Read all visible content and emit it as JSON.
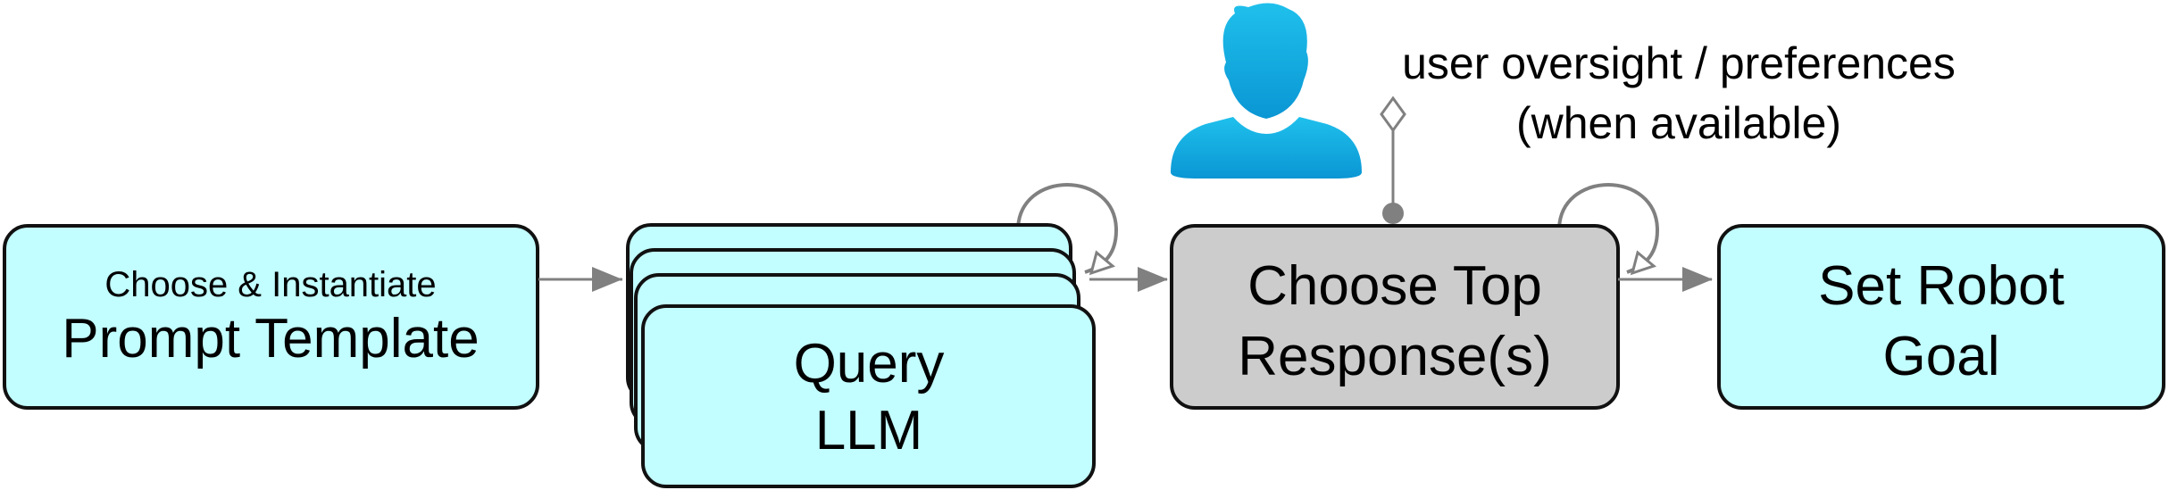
{
  "diagram": {
    "colors": {
      "box_fill": "#c2fdff",
      "box_stroke": "#111111",
      "gray_box_fill": "#cccccc",
      "arrow": "#808080",
      "user_icon": "#10a6de"
    },
    "nodes": {
      "prompt_template": {
        "line1": "Choose & Instantiate",
        "line2": "Prompt Template"
      },
      "query_llm": {
        "line1": "Query",
        "line2": "LLM"
      },
      "choose_top": {
        "line1": "Choose Top",
        "line2": "Response(s)"
      },
      "set_goal": {
        "line1": "Set Robot",
        "line2": "Goal"
      }
    },
    "user": {
      "icon": "user-silhouette-icon",
      "line1": "user oversight / preferences",
      "line2": "(when available)"
    }
  }
}
